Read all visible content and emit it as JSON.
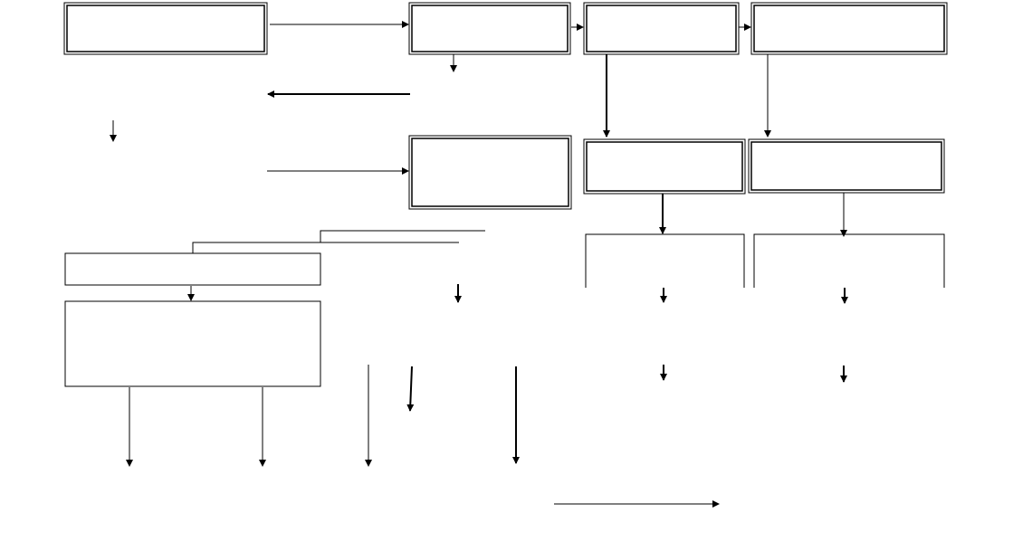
{
  "diagram": {
    "background_color": "#ffffff",
    "stroke_color": "#000000",
    "boxes": [
      {
        "id": "box-top-left",
        "label": ""
      },
      {
        "id": "box-top-mid",
        "label": ""
      },
      {
        "id": "box-top-right-1",
        "label": ""
      },
      {
        "id": "box-top-right-2",
        "label": ""
      },
      {
        "id": "box-mid-center",
        "label": ""
      },
      {
        "id": "box-mid-right-1",
        "label": ""
      },
      {
        "id": "box-mid-right-2",
        "label": ""
      },
      {
        "id": "box-left-narrow",
        "label": ""
      },
      {
        "id": "box-left-large",
        "label": ""
      },
      {
        "id": "box-open-right-1",
        "label": ""
      },
      {
        "id": "box-open-right-2",
        "label": ""
      }
    ]
  }
}
